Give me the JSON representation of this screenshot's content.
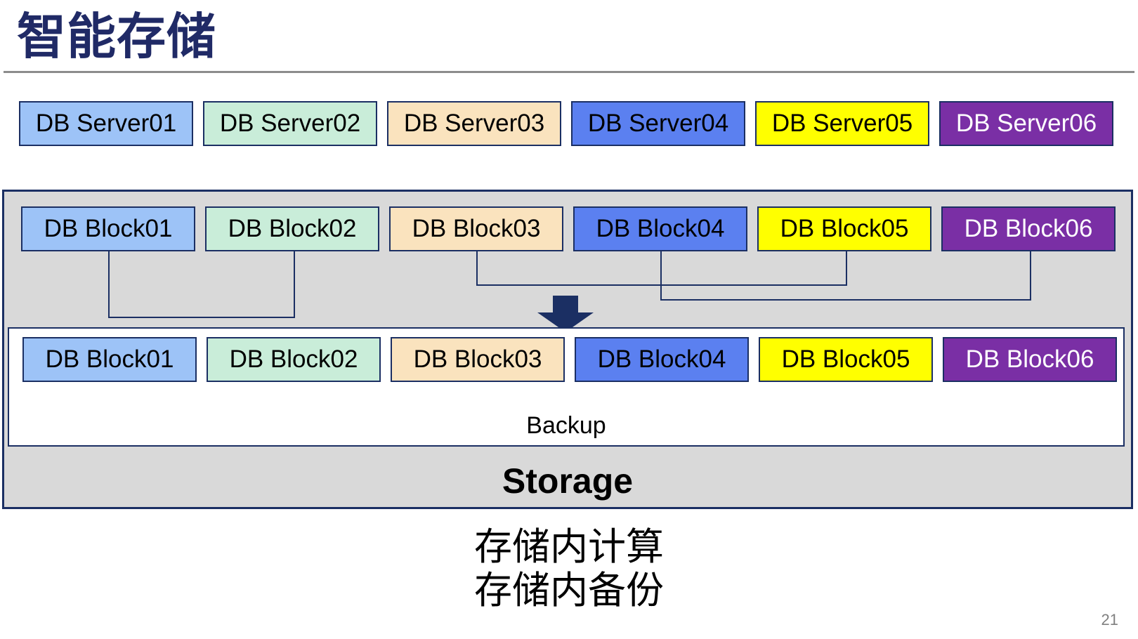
{
  "slide": {
    "title": "智能存储",
    "caption_lines": [
      "存储内计算",
      "存储内备份"
    ],
    "page_number": "21"
  },
  "colors": {
    "titleink": "#202A66",
    "navy": "#1B2F63",
    "grayfill": "#D9D9D9",
    "rule": "#8C8C8C",
    "pagenum": "#808080",
    "palette": [
      "#9DC3F7",
      "#C9EDD9",
      "#FAE3BE",
      "#5B80F0",
      "#FFFF00",
      "#7A2FA5"
    ]
  },
  "servers": [
    {
      "label": "DB Server01",
      "bg": "#9DC3F7",
      "fg": "#000000"
    },
    {
      "label": "DB Server02",
      "bg": "#C9EDD9",
      "fg": "#000000"
    },
    {
      "label": "DB Server03",
      "bg": "#FAE3BE",
      "fg": "#000000"
    },
    {
      "label": "DB Server04",
      "bg": "#5B80F0",
      "fg": "#000000"
    },
    {
      "label": "DB Server05",
      "bg": "#FFFF00",
      "fg": "#000000"
    },
    {
      "label": "DB Server06",
      "bg": "#7A2FA5",
      "fg": "#FFFFFF"
    }
  ],
  "storage": {
    "blocks_top": [
      {
        "label": "DB Block01",
        "bg": "#9DC3F7",
        "fg": "#000000"
      },
      {
        "label": "DB Block02",
        "bg": "#C9EDD9",
        "fg": "#000000"
      },
      {
        "label": "DB Block03",
        "bg": "#FAE3BE",
        "fg": "#000000"
      },
      {
        "label": "DB Block04",
        "bg": "#5B80F0",
        "fg": "#000000"
      },
      {
        "label": "DB Block05",
        "bg": "#FFFF00",
        "fg": "#000000"
      },
      {
        "label": "DB Block06",
        "bg": "#7A2FA5",
        "fg": "#FFFFFF"
      }
    ],
    "blocks_bottom": [
      {
        "label": "DB Block01",
        "bg": "#9DC3F7",
        "fg": "#000000"
      },
      {
        "label": "DB Block02",
        "bg": "#C9EDD9",
        "fg": "#000000"
      },
      {
        "label": "DB Block03",
        "bg": "#FAE3BE",
        "fg": "#000000"
      },
      {
        "label": "DB Block04",
        "bg": "#5B80F0",
        "fg": "#000000"
      },
      {
        "label": "DB Block05",
        "bg": "#FFFF00",
        "fg": "#000000"
      },
      {
        "label": "DB Block06",
        "bg": "#7A2FA5",
        "fg": "#FFFFFF"
      }
    ],
    "backup_label": "Backup",
    "storage_label": "Storage"
  }
}
